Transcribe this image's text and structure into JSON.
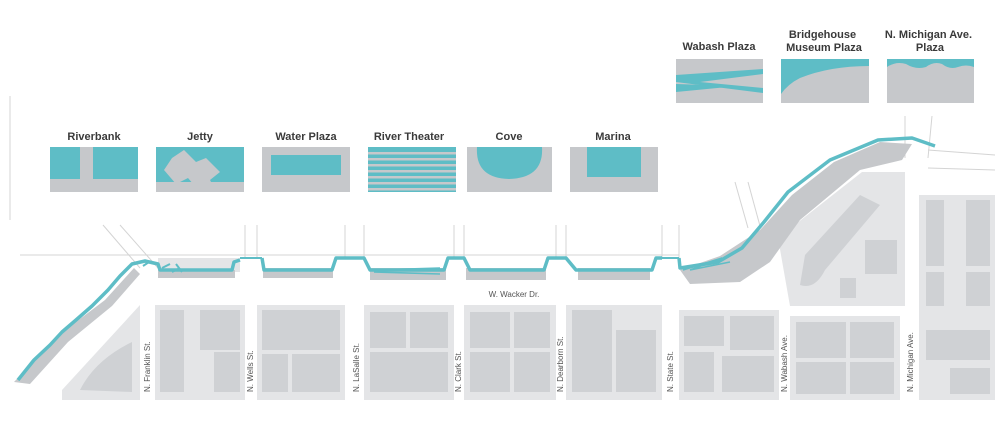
{
  "upper_typologies": [
    {
      "title_lines": [
        "Wabash Plaza"
      ],
      "icon": "wabash-plaza-diagram"
    },
    {
      "title_lines": [
        "Bridgehouse",
        "Museum Plaza"
      ],
      "icon": "bridgehouse-museum-plaza-diagram"
    },
    {
      "title_lines": [
        "N. Michigan Ave.",
        "Plaza"
      ],
      "icon": "michigan-ave-plaza-diagram"
    }
  ],
  "lower_typologies": [
    {
      "title": "Riverbank",
      "icon": "riverbank-diagram"
    },
    {
      "title": "Jetty",
      "icon": "jetty-diagram"
    },
    {
      "title": "Water Plaza",
      "icon": "water-plaza-diagram"
    },
    {
      "title": "River Theater",
      "icon": "river-theater-diagram"
    },
    {
      "title": "Cove",
      "icon": "cove-diagram"
    },
    {
      "title": "Marina",
      "icon": "marina-diagram"
    }
  ],
  "streets": {
    "wacker": "W. Wacker Dr.",
    "franklin": "N. Franklin St.",
    "wells": "N. Wells St.",
    "lasalle": "N. LaSalle St.",
    "clark": "N. Clark St.",
    "dearborn": "N. Dearborn St.",
    "state": "N. State St.",
    "wabash": "N. Wabash Ave.",
    "michigan": "N. Michigan Ave."
  },
  "colors": {
    "water": "#5ebdc6",
    "land": "#c6c8cb",
    "block": "#e4e5e7",
    "building": "#cfd1d4"
  }
}
